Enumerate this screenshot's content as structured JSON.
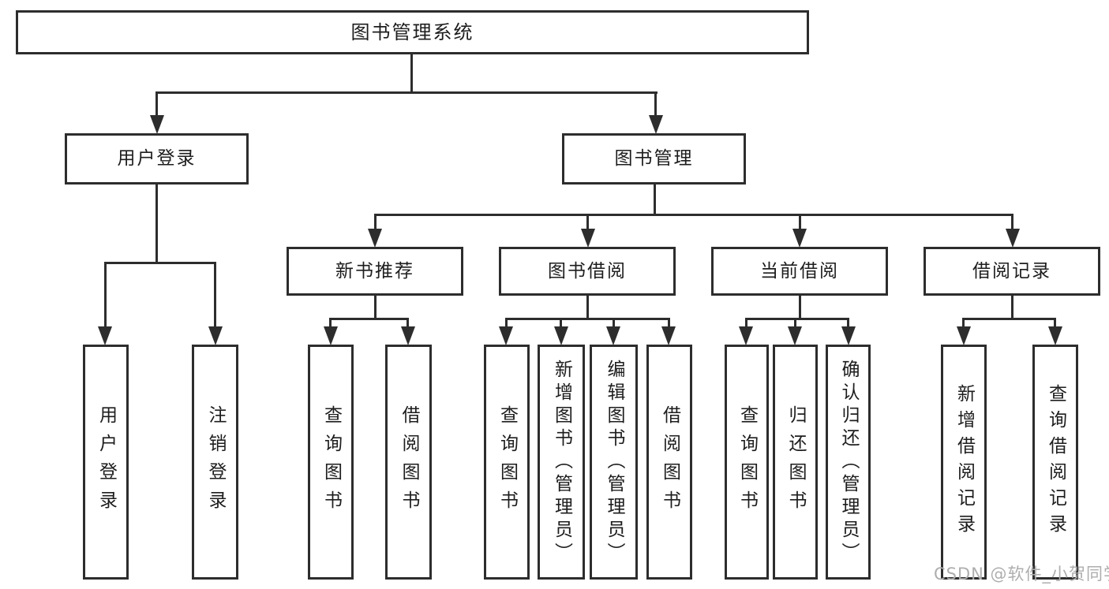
{
  "diagram": {
    "title_node": {
      "label": "图书管理系统"
    },
    "level1": [
      {
        "label": "用户登录"
      },
      {
        "label": "图书管理"
      }
    ],
    "level2": [
      {
        "label": "新书推荐",
        "parent": "图书管理"
      },
      {
        "label": "图书借阅",
        "parent": "图书管理"
      },
      {
        "label": "当前借阅",
        "parent": "图书管理"
      },
      {
        "label": "借阅记录",
        "parent": "图书管理"
      }
    ],
    "leaves": [
      {
        "label": "用户登录",
        "parent": "用户登录"
      },
      {
        "label": "注销登录",
        "parent": "用户登录"
      },
      {
        "label": "查询图书",
        "parent": "新书推荐"
      },
      {
        "label": "借阅图书",
        "parent": "新书推荐"
      },
      {
        "label": "查询图书",
        "parent": "图书借阅"
      },
      {
        "label": "新增图书（管理员）",
        "parent": "图书借阅"
      },
      {
        "label": "编辑图书（管理员）",
        "parent": "图书借阅"
      },
      {
        "label": "借阅图书",
        "parent": "图书借阅"
      },
      {
        "label": "查询图书",
        "parent": "当前借阅"
      },
      {
        "label": "归还图书",
        "parent": "当前借阅"
      },
      {
        "label": "确认归还（管理员）",
        "parent": "当前借阅"
      },
      {
        "label": "新增借阅记录",
        "parent": "借阅记录"
      },
      {
        "label": "查询借阅记录",
        "parent": "借阅记录"
      }
    ],
    "line_color": "#2d2d2d"
  },
  "watermark": {
    "text": "CSDN @软件_小贺同学",
    "color": "#aeaeae"
  }
}
